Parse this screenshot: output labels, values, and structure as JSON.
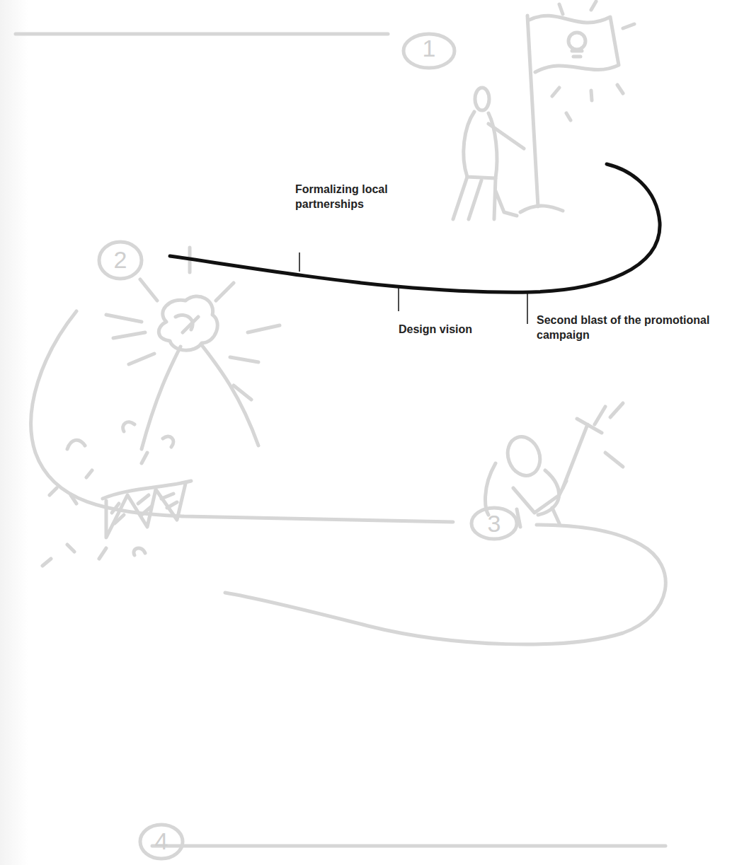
{
  "diagram": {
    "labels": [
      "1",
      "Formalizing local partnerships",
      "Design vision",
      "Second blast of the promotional campaign",
      "2",
      "3",
      "4"
    ]
  }
}
